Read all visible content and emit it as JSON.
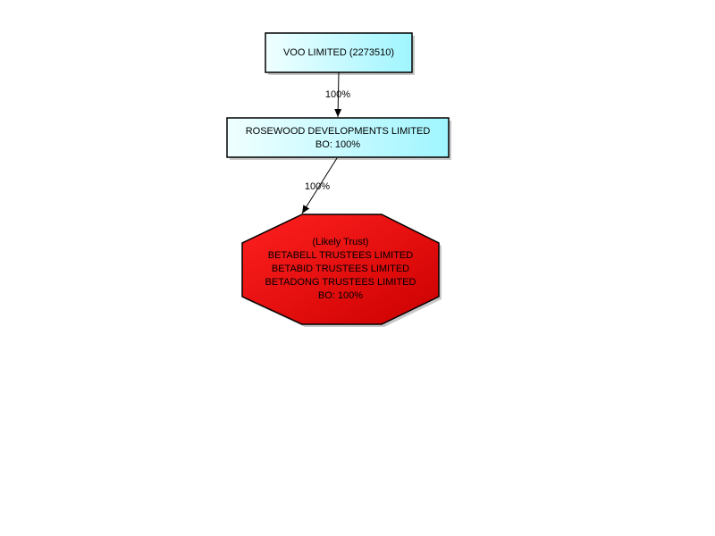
{
  "nodes": {
    "top": {
      "label": "VOO LIMITED (2273510)"
    },
    "middle": {
      "line1": "ROSEWOOD DEVELOPMENTS LIMITED",
      "line2": "BO: 100%"
    },
    "bottom": {
      "line1": "(Likely Trust)",
      "line2": "BETABELL TRUSTEES LIMITED",
      "line3": "BETABID TRUSTEES LIMITED",
      "line4": "BETADONG TRUSTEES LIMITED",
      "line5": "BO: 100%"
    }
  },
  "edges": {
    "top_to_middle": {
      "label": "100%"
    },
    "middle_to_bottom": {
      "label": "100%"
    }
  },
  "colors": {
    "box_fill_light": "#f0ffff",
    "box_fill_dark": "#a0f5ff",
    "trust_fill_light": "#ff2020",
    "trust_fill_dark": "#d00000",
    "stroke": "#000000",
    "shadow": "#c8c8c8"
  }
}
